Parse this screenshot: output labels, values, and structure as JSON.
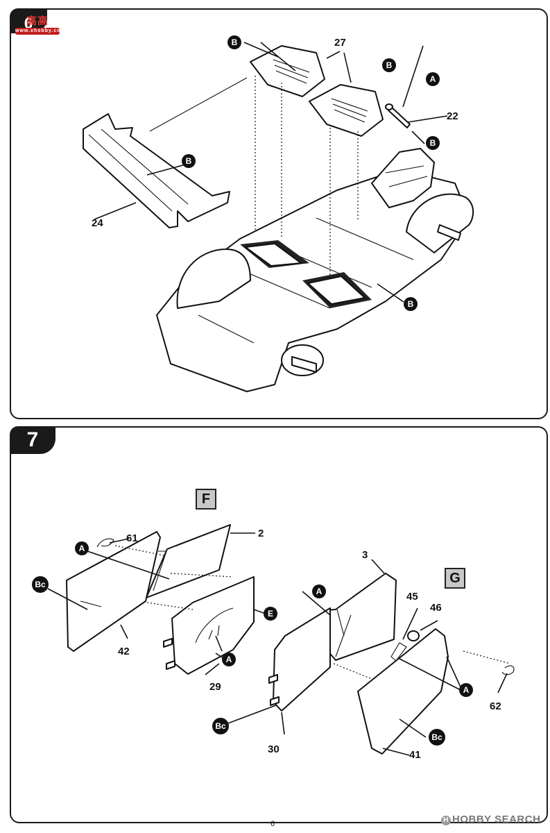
{
  "watermark": {
    "title": "高高",
    "subtitle": "www.xhobby.com"
  },
  "step6": {
    "step_number": "6",
    "parts": {
      "seats": "27",
      "crossbar": "24",
      "lever": "22"
    },
    "callouts": [
      "B",
      "B",
      "A",
      "B",
      "B",
      "B"
    ]
  },
  "step7": {
    "step_number": "7",
    "box_f": "F",
    "box_g": "G",
    "parts": {
      "p61": "61",
      "p2": "2",
      "p42": "42",
      "p29": "29",
      "p3": "3",
      "p30": "30",
      "p45": "45",
      "p46": "46",
      "p62": "62",
      "p41": "41"
    },
    "callouts": {
      "a1": "A",
      "bc1": "Bc",
      "e": "E",
      "a2": "A",
      "bc2": "Bc",
      "a3": "A",
      "a4": "A",
      "bc3": "Bc"
    }
  },
  "footer": {
    "page_number": "6",
    "brand": "HOBBY SEARCH",
    "brand_mark": "H"
  }
}
